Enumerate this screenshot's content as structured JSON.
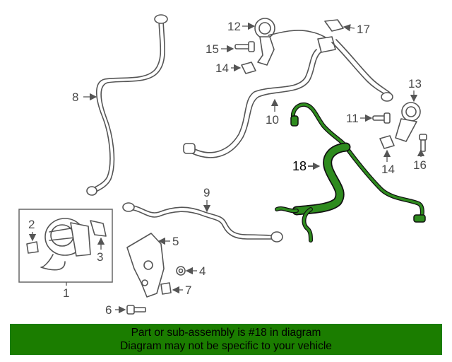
{
  "diagram": {
    "highlighted_part": "18",
    "highlight_color": "#2e8b1e",
    "callouts": {
      "c1": "1",
      "c2": "2",
      "c3": "3",
      "c4": "4",
      "c5": "5",
      "c6": "6",
      "c7": "7",
      "c8": "8",
      "c9": "9",
      "c10": "10",
      "c11": "11",
      "c12": "12",
      "c13": "13",
      "c14a": "14",
      "c14b": "14",
      "c15": "15",
      "c16": "16",
      "c17": "17",
      "c18": "18"
    }
  },
  "banner": {
    "line1": "Part or sub-assembly is #18 in diagram",
    "line2": "Diagram may not be specific to your vehicle",
    "color": "#1b7d00"
  }
}
